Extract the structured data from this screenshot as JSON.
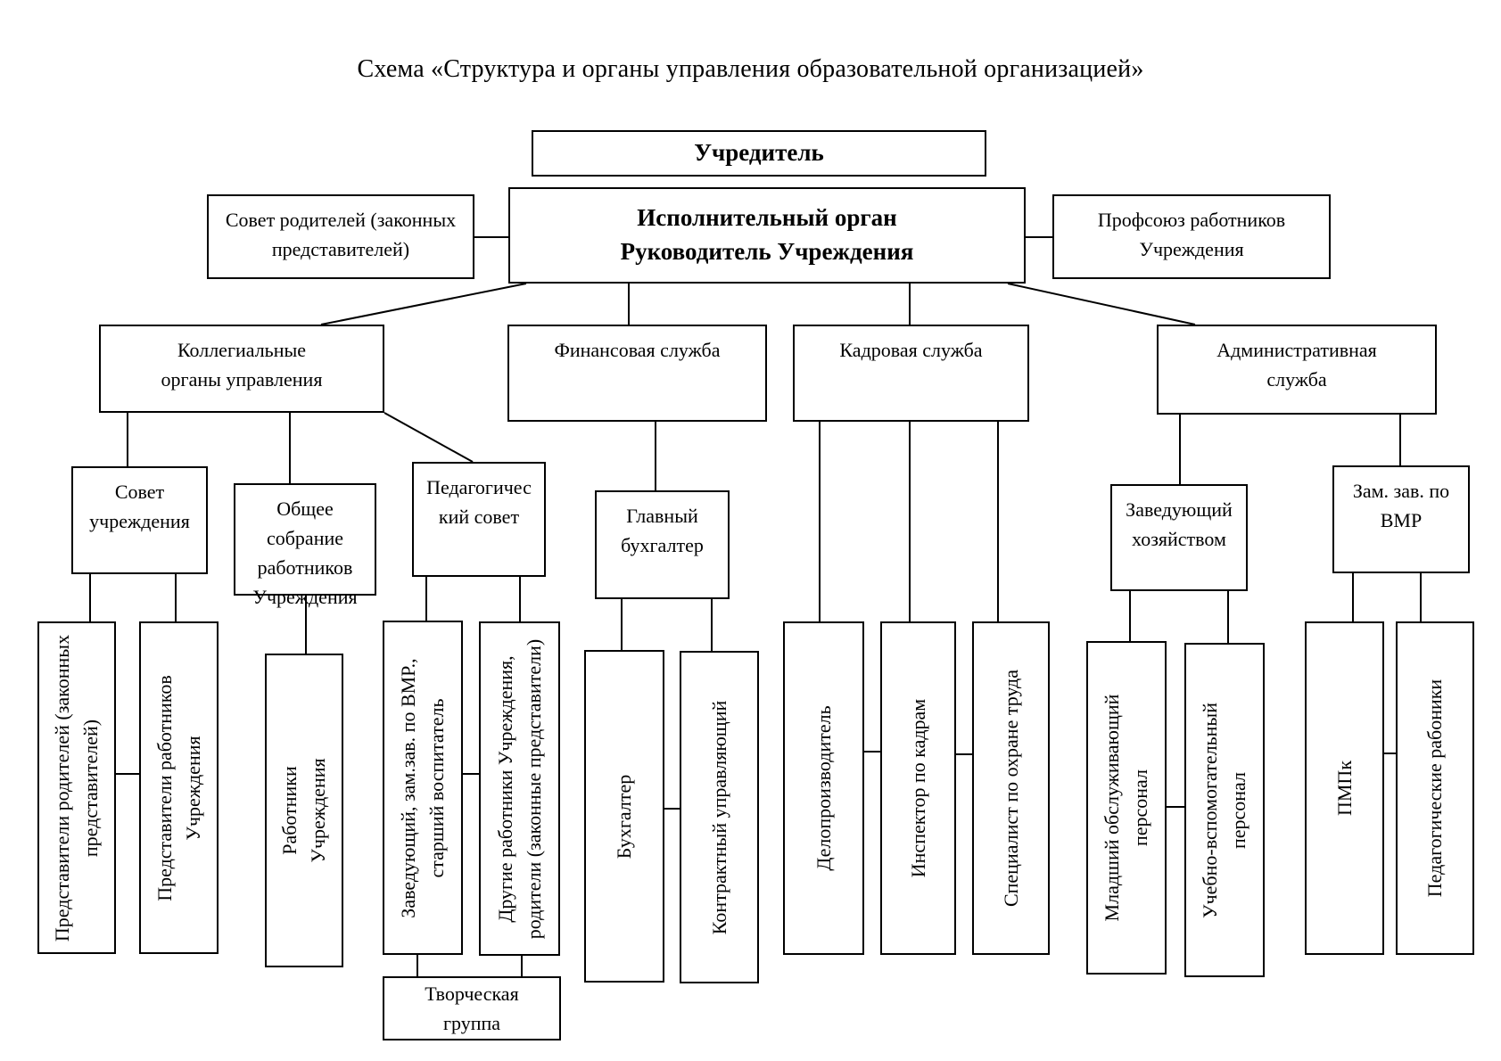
{
  "title": "Схема «Структура и органы управления образовательной организацией»",
  "nodes": {
    "founder": {
      "label": "Учредитель"
    },
    "parents_council": {
      "label": "Совет родителей (законных\nпредставителей)"
    },
    "executive": {
      "label": "Исполнительный орган\nРуководитель Учреждения"
    },
    "union": {
      "label": "Профсоюз работников\nУчреждения"
    },
    "collegial": {
      "label": "Коллегиальные\nорганы управления"
    },
    "finance": {
      "label": "Финансовая служба"
    },
    "hr": {
      "label": "Кадровая служба"
    },
    "admin": {
      "label": "Административная\nслужба"
    },
    "sovet_uchr": {
      "label": "Совет\nучреждения"
    },
    "obschee": {
      "label": "Общее\nсобрание\nработников\nУчреждения"
    },
    "pedsovet": {
      "label": "Педагогичес\nкий совет"
    },
    "glavbuh": {
      "label": "Главный\nбухгалтер"
    },
    "zavhoz": {
      "label": "Заведующий\nхозяйством"
    },
    "zamzav": {
      "label": "Зам. зав. по\nВМР"
    },
    "b1": {
      "label": "Представители родителей (законных\nпредставителей)"
    },
    "b2": {
      "label": "Представители работников\nУчреждения"
    },
    "b3": {
      "label": "Работники\nУчреждения"
    },
    "b4": {
      "label": "Заведующий, зам.зав. по ВМР.,\nстарший воспитатель"
    },
    "b5": {
      "label": "Другие работники Учреждения,\nродители (законные представители)"
    },
    "b6": {
      "label": "Бухгалтер"
    },
    "b7": {
      "label": "Контрактный управляющий"
    },
    "b8": {
      "label": "Делопроизводитель"
    },
    "b9": {
      "label": "Инспектор по кадрам"
    },
    "b10": {
      "label": "Специалист по охране труда"
    },
    "b11": {
      "label": "Младший обслуживающий\nперсонал"
    },
    "b12": {
      "label": "Учебно-вспомогательный\nперсонал"
    },
    "b13": {
      "label": "ПМПк"
    },
    "b14": {
      "label": "Педагогические рабоники"
    },
    "creative": {
      "label": "Творческая\nгруппа"
    }
  },
  "colors": {
    "line": "#000000",
    "box_border": "#000000",
    "background": "#ffffff"
  }
}
